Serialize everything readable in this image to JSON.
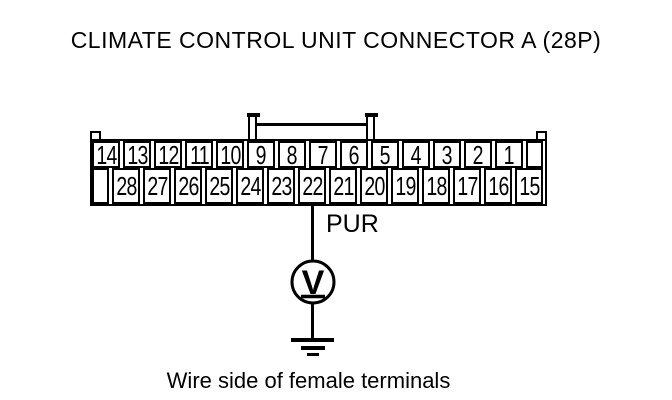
{
  "title": "CLIMATE CONTROL UNIT CONNECTOR A (28P)",
  "connector": {
    "name": "Climate Control Unit Connector A",
    "pin_count": "28P",
    "top_row_pins": [
      "14",
      "13",
      "12",
      "11",
      "10",
      "9",
      "8",
      "7",
      "6",
      "5",
      "4",
      "3",
      "2",
      "1"
    ],
    "bottom_row_pins": [
      "28",
      "27",
      "26",
      "25",
      "24",
      "23",
      "22",
      "21",
      "20",
      "19",
      "18",
      "17",
      "16",
      "15"
    ],
    "probed_pin": "22"
  },
  "wire": {
    "label": "PUR"
  },
  "meter": {
    "type": "voltmeter",
    "symbol": "V"
  },
  "ground": {
    "symbol": "chassis-ground"
  },
  "caption": "Wire side of female terminals",
  "colors": {
    "line": "#000000",
    "background": "#ffffff"
  }
}
